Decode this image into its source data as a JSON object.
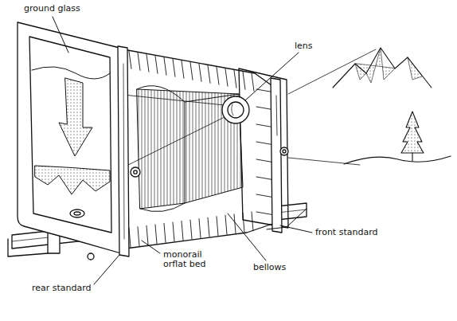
{
  "diagram": {
    "labels": [
      "ground glass",
      "lens",
      "front standard",
      "monorail orflat bed",
      "bellows",
      "rear standard"
    ]
  }
}
